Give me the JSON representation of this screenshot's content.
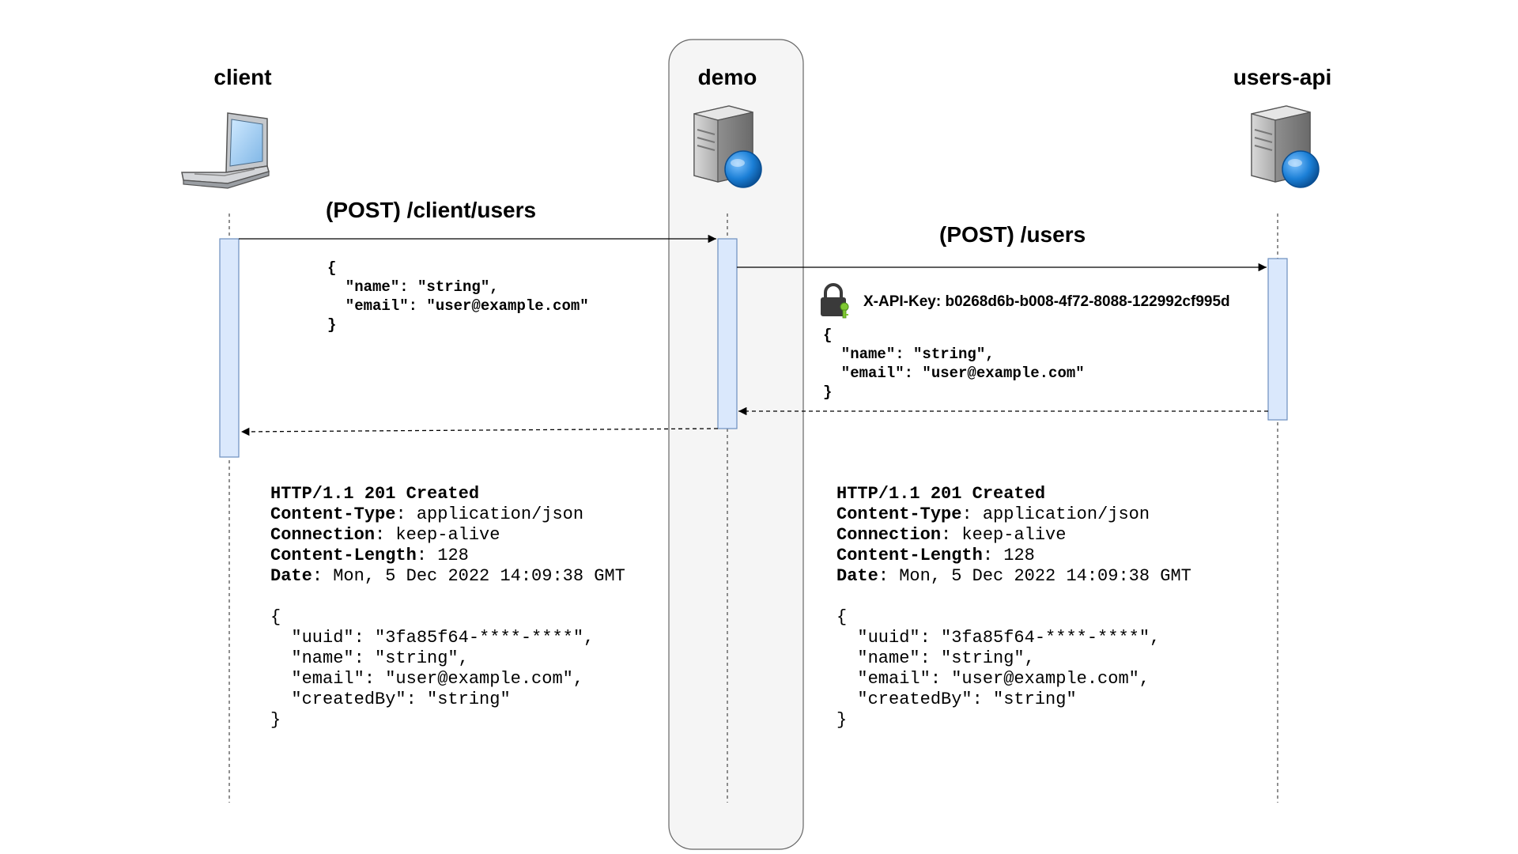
{
  "participants": {
    "client": {
      "label": "client",
      "icon": "laptop-icon"
    },
    "demo": {
      "label": "demo",
      "icon": "web-server-icon"
    },
    "users_api": {
      "label": "users-api",
      "icon": "web-server-icon"
    }
  },
  "messages": {
    "client_to_demo": {
      "label": "(POST) /client/users",
      "body": [
        "{",
        "  \"name\": \"string\",",
        "  \"email\": \"user@example.com\"",
        "}"
      ]
    },
    "demo_to_users_api": {
      "label": "(POST) /users",
      "auth_icon": "lock-key-icon",
      "api_key": "X-API-Key: b0268d6b-b008-4f72-8088-122992cf995d",
      "body": [
        "{",
        "  \"name\": \"string\",",
        "  \"email\": \"user@example.com\"",
        "}"
      ]
    }
  },
  "responses": {
    "users_api_to_demo": {
      "status": "HTTP/1.1 201 Created",
      "headers": [
        {
          "name": "Content-Type",
          "value": ": application/json"
        },
        {
          "name": "Connection",
          "value": ": keep-alive"
        },
        {
          "name": "Content-Length",
          "value": ": 128"
        },
        {
          "name": "Date",
          "value": ": Mon, 5 Dec 2022 14:09:38 GMT"
        }
      ],
      "body": [
        "{",
        "  \"uuid\": \"3fa85f64-****-****\",",
        "  \"name\": \"string\",",
        "  \"email\": \"user@example.com\",",
        "  \"createdBy\": \"string\"",
        "}"
      ]
    },
    "demo_to_client": {
      "status": "HTTP/1.1 201 Created",
      "headers": [
        {
          "name": "Content-Type",
          "value": ": application/json"
        },
        {
          "name": "Connection",
          "value": ": keep-alive"
        },
        {
          "name": "Content-Length",
          "value": ": 128"
        },
        {
          "name": "Date",
          "value": ": Mon, 5 Dec 2022 14:09:38 GMT"
        }
      ],
      "body": [
        "{",
        "  \"uuid\": \"3fa85f64-****-****\",",
        "  \"name\": \"string\",",
        "  \"email\": \"user@example.com\",",
        "  \"createdBy\": \"string\"",
        "}"
      ]
    }
  },
  "colors": {
    "activation_fill": "#dae8fc",
    "activation_stroke": "#6c8ebf",
    "group_fill": "#f5f5f5",
    "group_stroke": "#666666",
    "lifeline": "#555555",
    "arrow": "#000000",
    "globe": "#1b7fd6"
  }
}
